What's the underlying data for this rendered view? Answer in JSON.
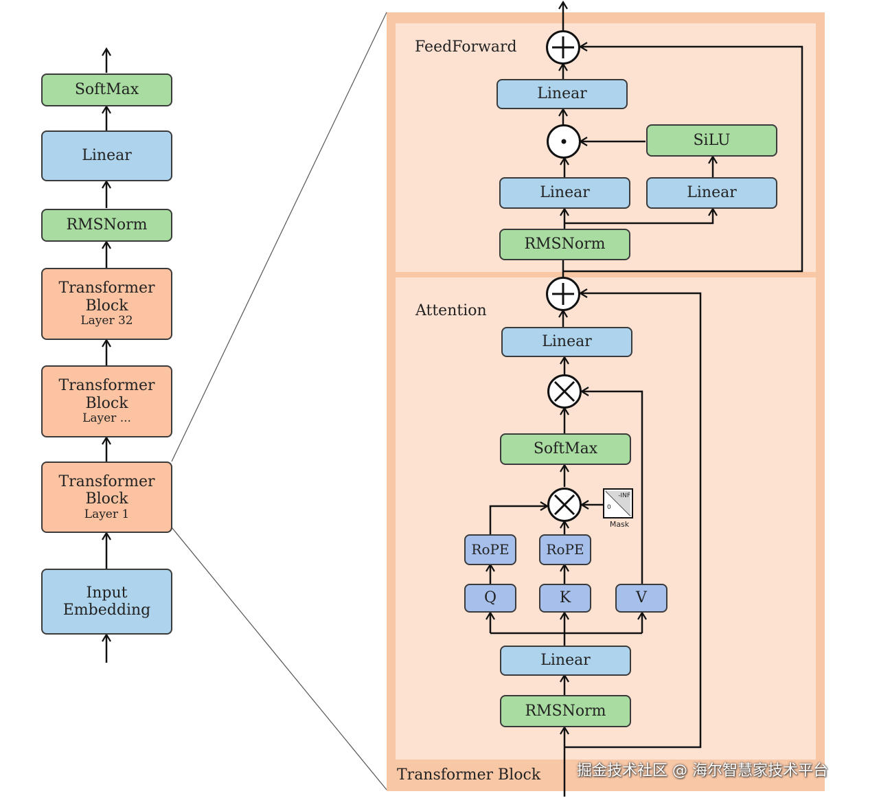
{
  "left_stack": {
    "softmax": "SoftMax",
    "linear": "Linear",
    "rmsnorm": "RMSNorm",
    "block32": {
      "title1": "Transformer",
      "title2": "Block",
      "sub": "Layer 32"
    },
    "blockN": {
      "title1": "Transformer",
      "title2": "Block",
      "sub": "Layer ..."
    },
    "block1": {
      "title1": "Transformer",
      "title2": "Block",
      "sub": "Layer 1"
    },
    "embedding": {
      "line1": "Input",
      "line2": "Embedding"
    }
  },
  "transformer_block": {
    "label": "Transformer Block",
    "feedforward": {
      "label": "FeedForward",
      "linear_out": "Linear",
      "silu": "SiLU",
      "linear_left": "Linear",
      "linear_right": "Linear",
      "rmsnorm": "RMSNorm"
    },
    "attention": {
      "label": "Attention",
      "linear_out": "Linear",
      "softmax": "SoftMax",
      "mask_label": "Mask",
      "mask_inf": "-INF",
      "mask_zero": "0",
      "rope_q": "RoPE",
      "rope_k": "RoPE",
      "q": "Q",
      "k": "K",
      "v": "V",
      "linear_in": "Linear",
      "rmsnorm": "RMSNorm"
    }
  },
  "watermark": "掘金技术社区 @ 海尔智慧家技术平台",
  "colors": {
    "norm_green": "#a9dca0",
    "linear_blue": "#aed3ec",
    "block_orange": "#fbc3a1",
    "qkv_blue": "#a7bfeb",
    "panel_outer": "#f8c7a6",
    "panel_inner": "#fde2d2"
  }
}
